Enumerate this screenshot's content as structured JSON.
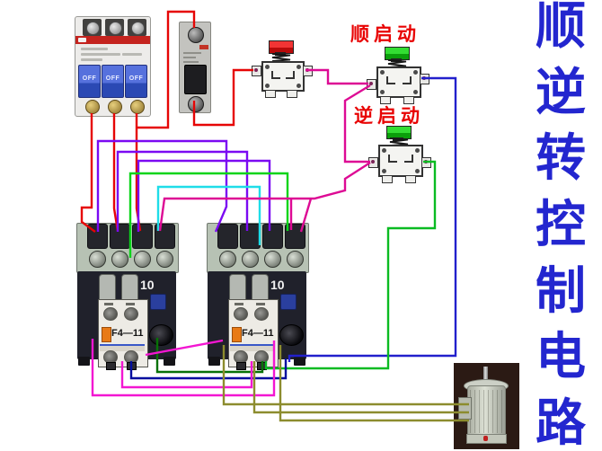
{
  "title": {
    "chars": [
      "顺",
      "逆",
      "转",
      "控",
      "制",
      "电",
      "路"
    ],
    "text": "顺逆转控制电路",
    "color": "#2326cf"
  },
  "annotations": {
    "forward_start": "顺启动",
    "reverse_start": "逆启动",
    "color": "#e80202"
  },
  "breaker_3pole": {
    "toggles": [
      "OFF",
      "OFF",
      "OFF"
    ]
  },
  "contactors": [
    {
      "rating": "10",
      "aux_label": "F4—11"
    },
    {
      "rating": "10",
      "aux_label": "F4—11"
    }
  ],
  "wire_colors": {
    "phase_red": "#e60505",
    "crossover_purple": "#7b0af2",
    "crossover_green": "#09d419",
    "coil_cyan": "#1fdde8",
    "start_bus_magenta": "#dd0a94",
    "bottom_link_pink": "#f316d2",
    "forward_button_blue": "#2220cc",
    "aux_link_navy": "#000d9e",
    "aux_link_dark_green": "#077207",
    "reverse_button_green": "#0abb22",
    "motor_olive": "#8c8c2e"
  }
}
